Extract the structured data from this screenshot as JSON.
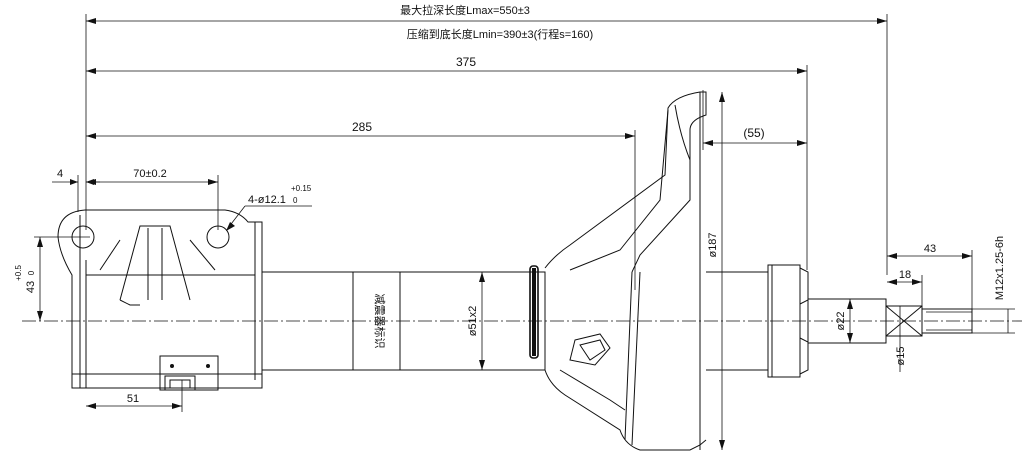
{
  "dimensions": {
    "max_extended_length": "最大拉深长度Lmax=550±3",
    "min_compressed_length": "压缩到底长度Lmin=390±3(行程s=160)",
    "len_375": "375",
    "len_285": "285",
    "len_55": "(55)",
    "len_4": "4",
    "len_70": "70±0.2",
    "hole_spec": "4-ø12.1",
    "hole_tol_upper": "+0.15",
    "hole_tol_lower": "0",
    "bracket_offset_43": "43",
    "bracket_tol_upper": "+0.5",
    "bracket_tol_lower": "0",
    "len_51": "51",
    "tube_diameter": "ø51x2",
    "spring_seat_diameter": "ø187",
    "rod_diameter": "ø22",
    "rod_end_diameter": "ø15",
    "len_43": "43",
    "len_18": "18",
    "thread_spec": "M12x1.25-6h"
  },
  "labels": {
    "tube_marking": "减震器标识"
  }
}
